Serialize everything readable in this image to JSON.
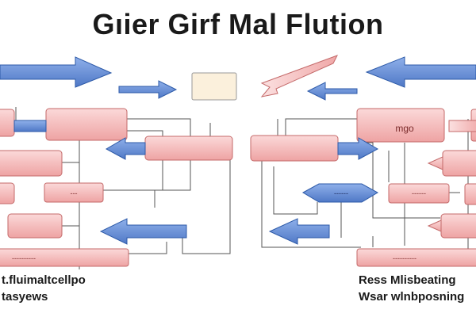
{
  "title": "Gıier Girf Mal Flution",
  "labels": {
    "box_right_top": "mgo",
    "box_left_mid": "---",
    "box_left_bottom": "----------",
    "diamond": "------",
    "box_right_mid": "------",
    "box_right_bottom": "----------"
  },
  "captions": {
    "left_line1": "t.fluimaltcellpo",
    "left_line2": "tasyews",
    "right_line1": "Ress Mlisbeating",
    "right_line2": "Wsar wlnbposning"
  },
  "colors": {
    "box_fill": "#f4b6b6",
    "box_stroke": "#c46a6a",
    "arrow_fill": "#6f95d8",
    "arrow_stroke": "#2d5aa8",
    "connector": "#555555",
    "center_box_fill": "#fbf0dc"
  }
}
